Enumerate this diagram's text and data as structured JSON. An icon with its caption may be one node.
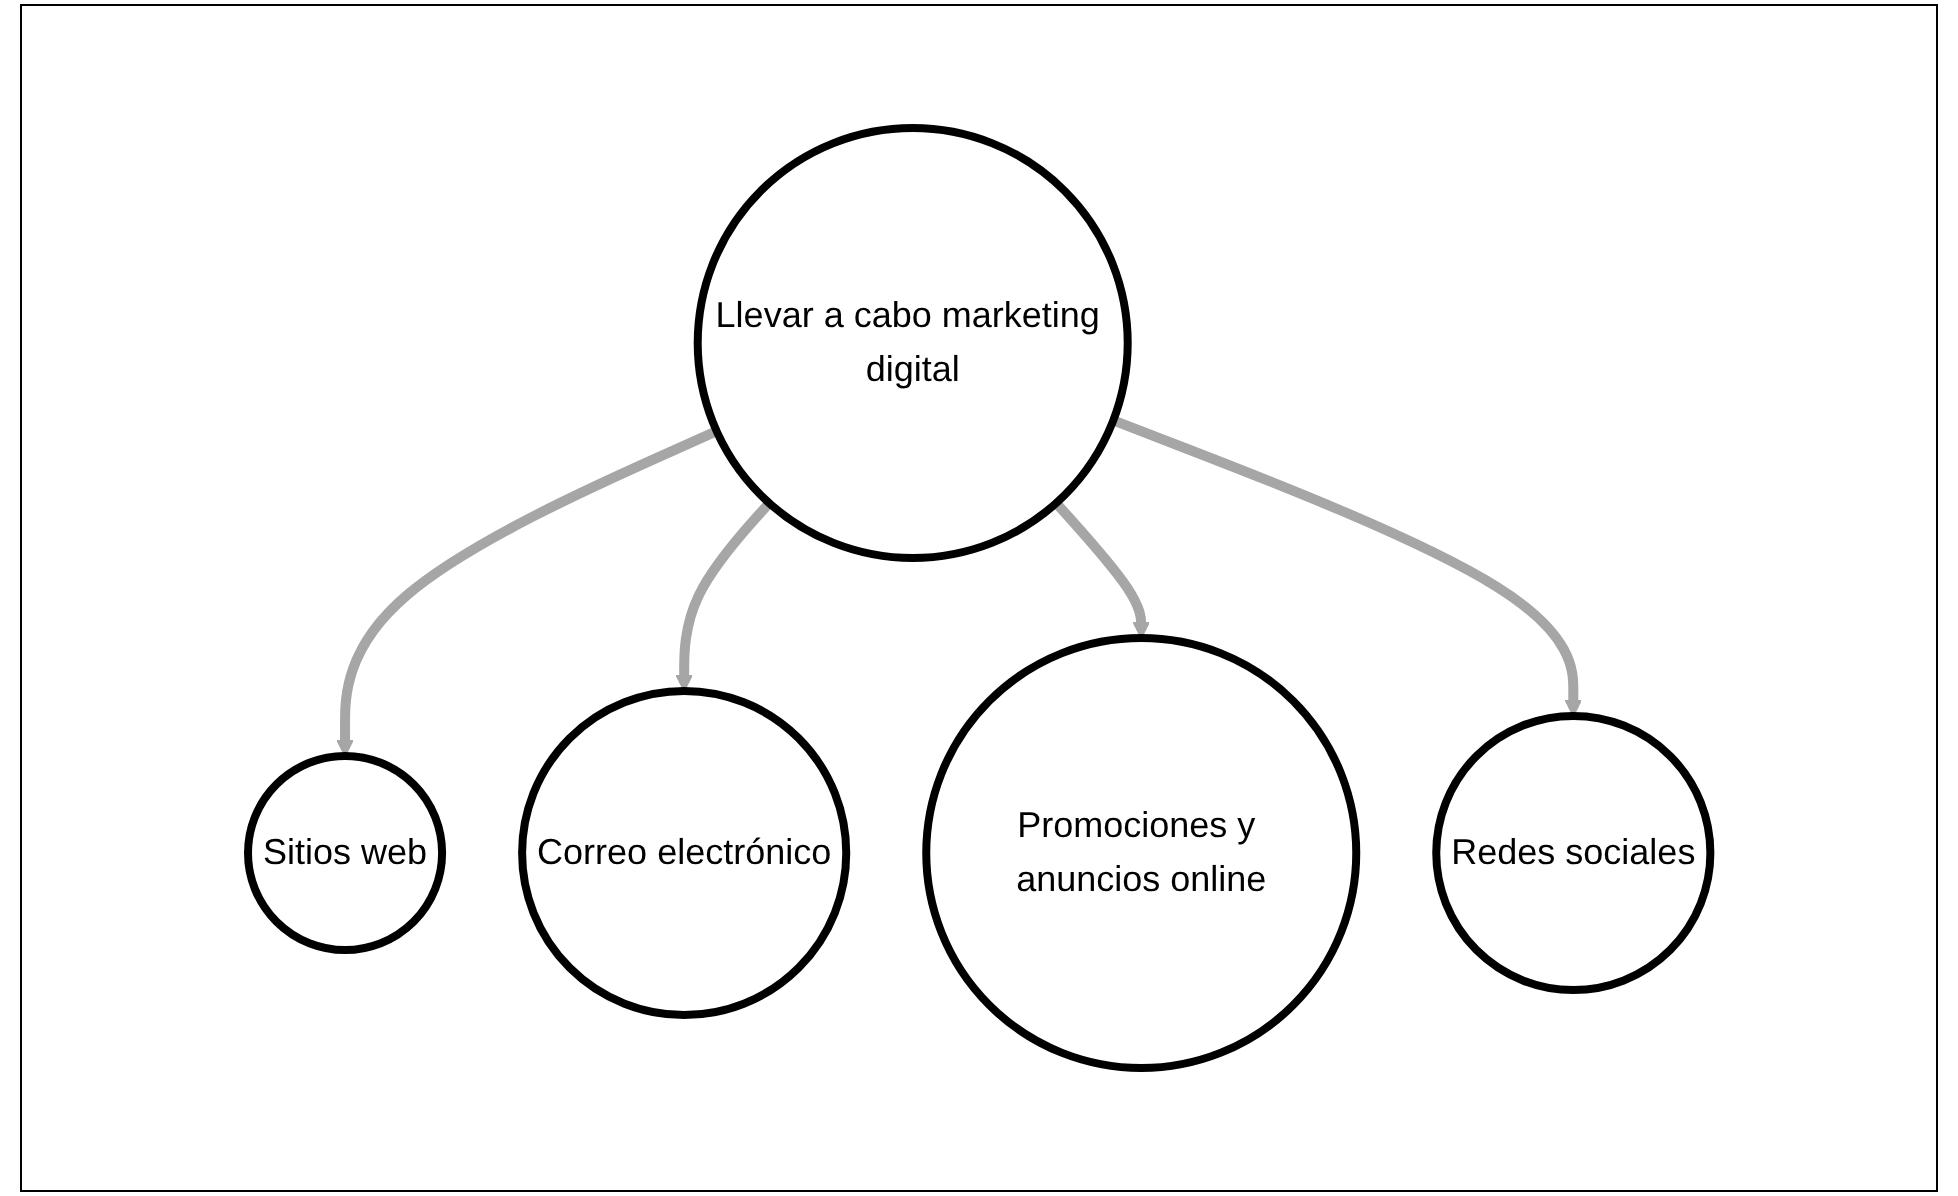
{
  "diagram": {
    "nodes": [
      {
        "text": [
          "Sitios web"
        ]
      },
      {
        "text": [
          "Correo electrónico"
        ]
      },
      {
        "text": [
          "Llevar a cabo marketing digital"
        ]
      },
      {
        "text": [
          "Promociones y anuncios online"
        ]
      },
      {
        "text": [
          "Redes sociales"
        ]
      }
    ],
    "edges": [
      {
        "from": 2,
        "to": 0,
        "arrow": "to"
      },
      {
        "from": 2,
        "to": 1,
        "arrow": "to"
      },
      {
        "from": 2,
        "to": 3,
        "arrow": "to"
      },
      {
        "from": 2,
        "to": 4,
        "arrow": "to"
      }
    ]
  }
}
